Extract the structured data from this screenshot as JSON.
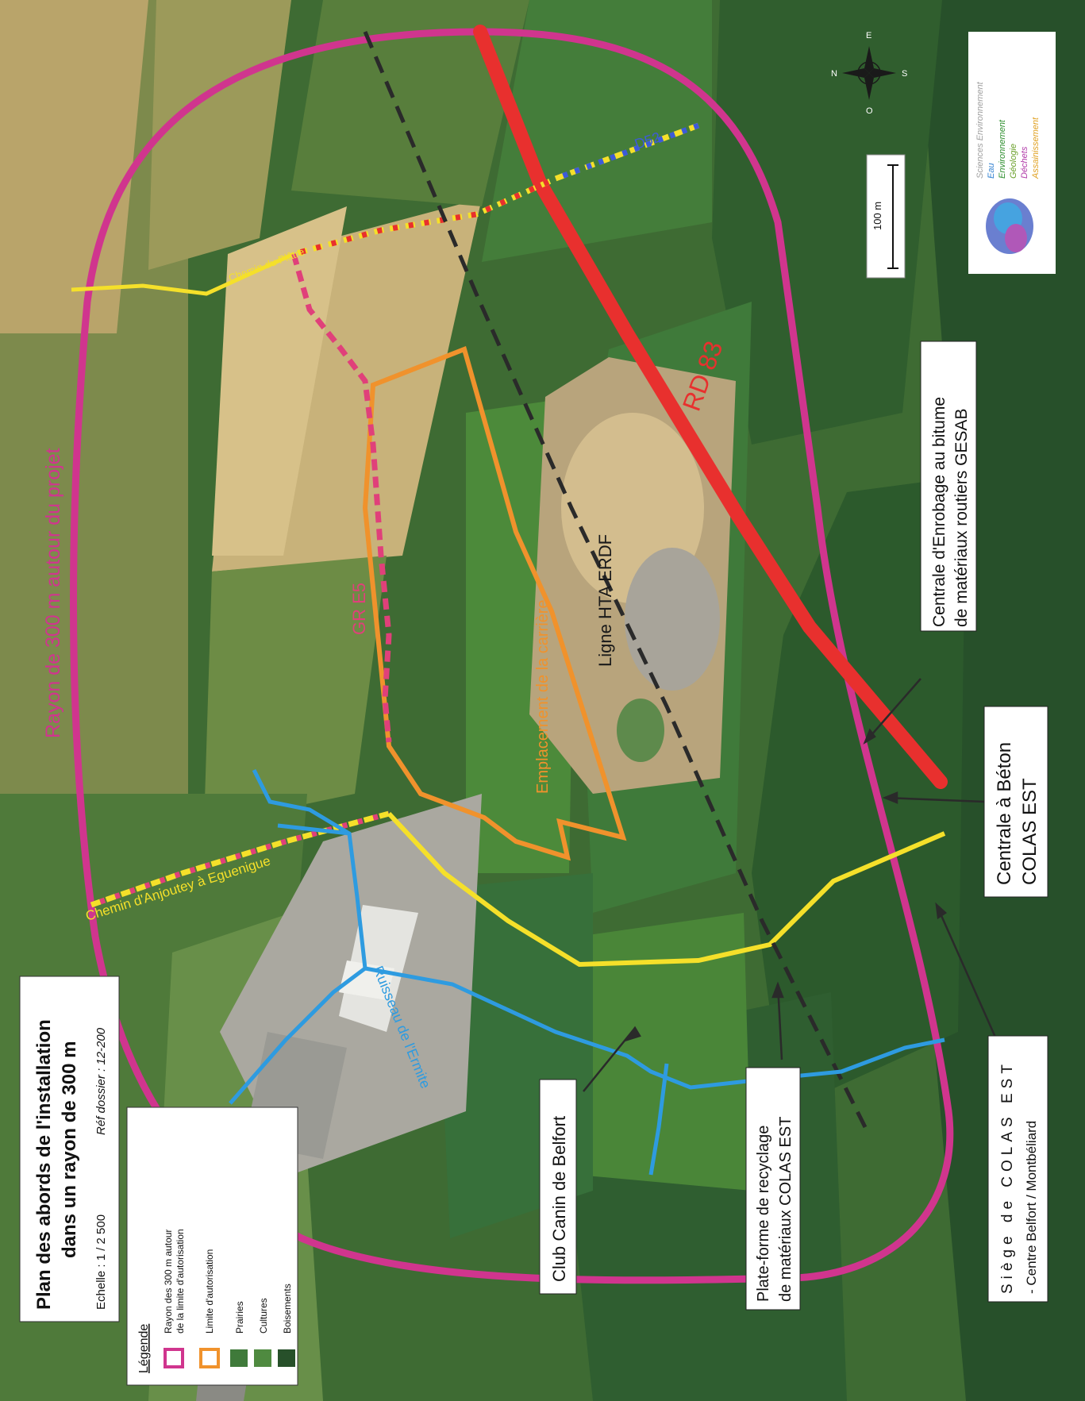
{
  "header": {
    "title_line1": "Plan des abords de l'installation",
    "title_line2": "dans un rayon de 300 m",
    "scale": "Echelle : 1 / 2 500",
    "ref": "Réf dossier :  12-200"
  },
  "legend": {
    "title": "Légende",
    "items": [
      {
        "label": "Rayon des 300 m autour",
        "color": "#d0358e"
      },
      {
        "label": "de la limite d'autorisation",
        "color": ""
      },
      {
        "label": "Limite d'autorisation",
        "color": "#f0922c"
      },
      {
        "label": "Prairies",
        "color": "#3f7a3a"
      },
      {
        "label": "Cultures",
        "color": "#4f8a40"
      },
      {
        "label": "Boisements",
        "color": "#27502a"
      }
    ]
  },
  "labels": {
    "radius": "Rayon de 300 m autour du projet",
    "gr5": "GR E5",
    "quarry": "Emplacement de la carrière",
    "hta": "Ligne HTA ERDF",
    "rd83": "RD 83",
    "d52": "D52",
    "chemin_platre": "Chemin du Plâtre",
    "chemin_anjoutey": "Chemin d'Anjoutey à Eguenigue",
    "ruisseau": "Ruisseau de l'Ermite"
  },
  "callouts": {
    "club_canin": "Club Canin de Belfort",
    "plateforme_line1": "Plate-forme de recyclage",
    "plateforme_line2": "de matériaux COLAS EST",
    "centrale_enrobage_line1": "Centrale d'Enrobage au bitume",
    "centrale_enrobage_line2": "de matériaux routiers GESAB",
    "centrale_beton_line1": "Centrale à Béton",
    "centrale_beton_line2": "COLAS EST",
    "siege_line1": "Siège de COLAS EST",
    "siege_line2": "- Centre Belfort / Montbéliard"
  },
  "scalebar": {
    "label": "100 m"
  },
  "compass": {
    "n": "N",
    "e": "E",
    "s": "S",
    "o": "O"
  },
  "logo": {
    "line1": "Sciences Environnement",
    "line2": "Eau",
    "line3": "Environnement",
    "line4": "Géologie",
    "line5": "Déchets",
    "line6": "Assainissement"
  },
  "colors": {
    "radius": "#d0358e",
    "authorization": "#f0922c",
    "road": "#e8302e",
    "path_yellow": "#f5e02a",
    "stream": "#2e9be0",
    "hta": "#2a2a2a",
    "forest": "#27502a",
    "meadow": "#3f7a3a",
    "crop": "#4f8a40"
  }
}
